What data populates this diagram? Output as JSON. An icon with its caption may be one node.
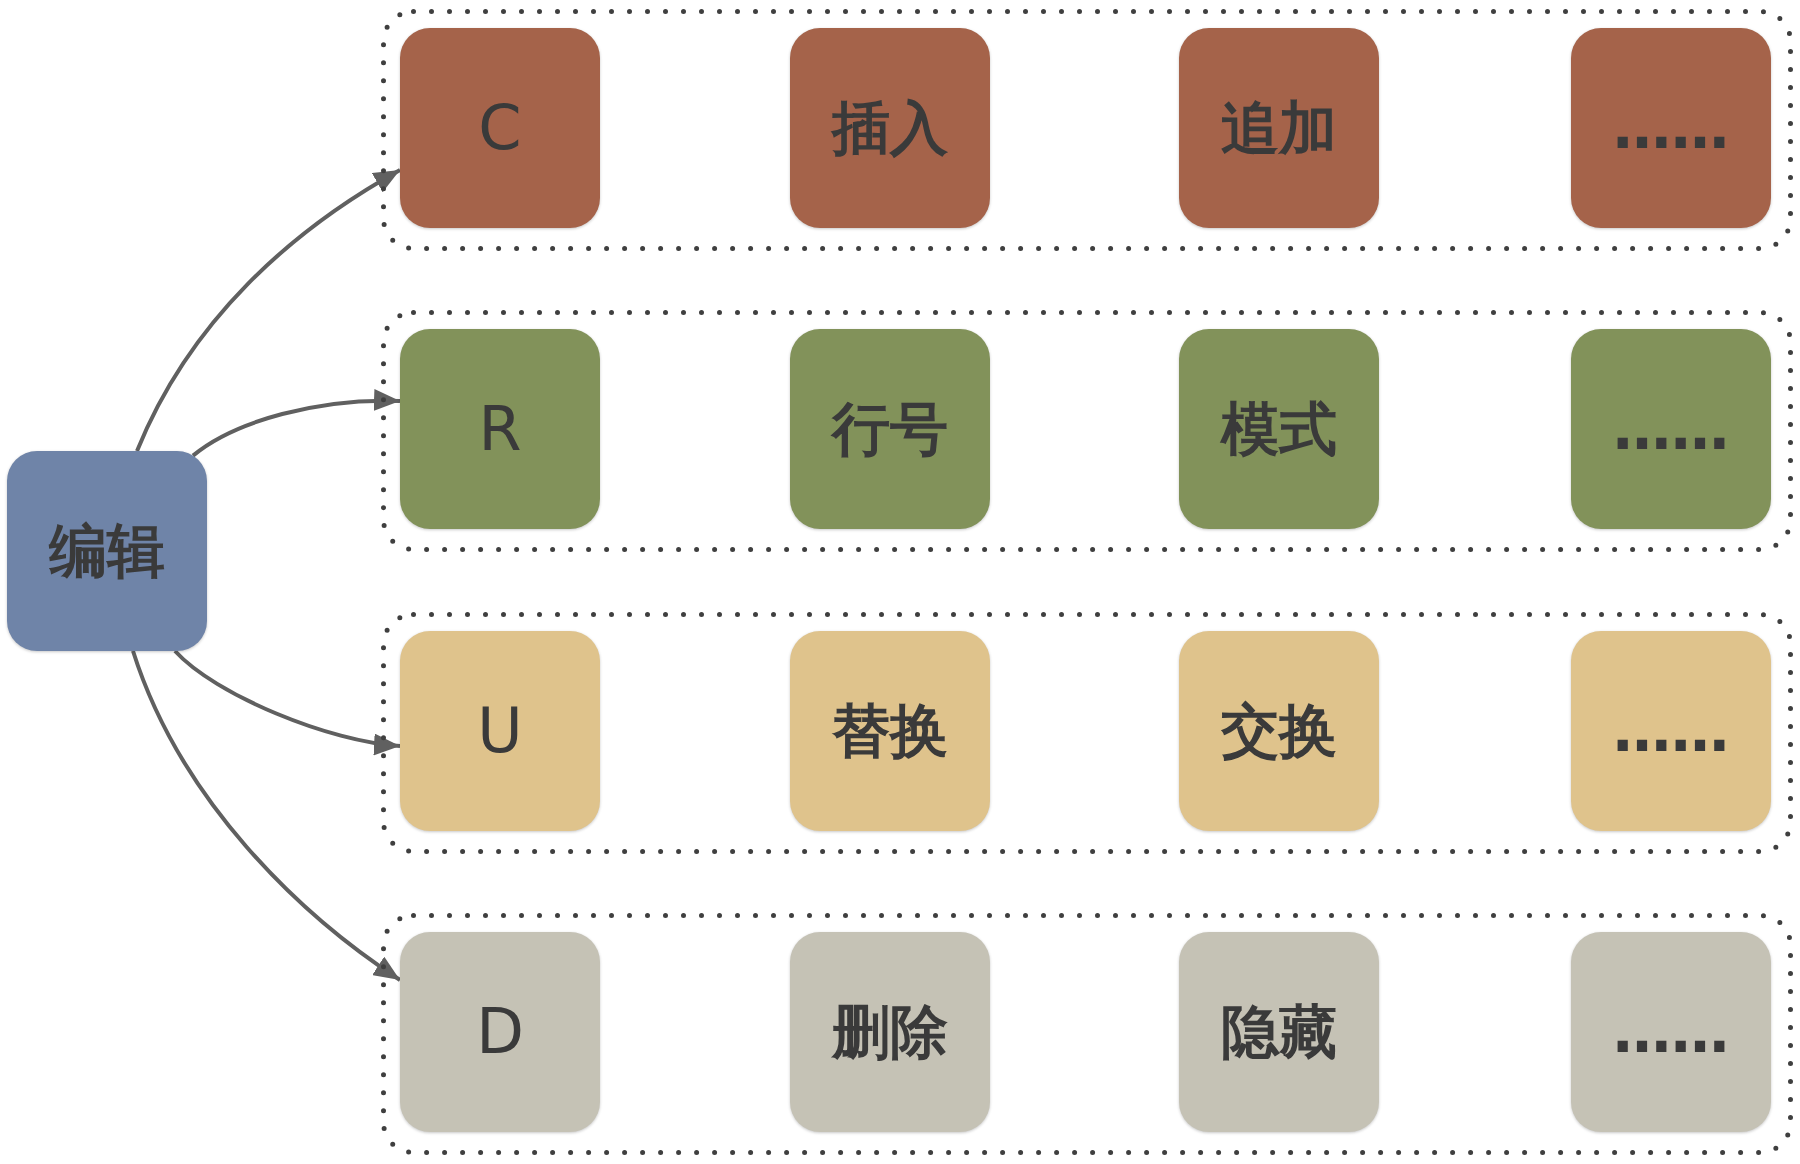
{
  "diagram": {
    "nodes": [
      {
        "text": [
          "编辑"
        ]
      },
      {
        "text": [],
        "shape": "box"
      },
      {
        "text": [
          "C"
        ],
        "in": 1
      },
      {
        "text": [
          "插入"
        ],
        "in": 1
      },
      {
        "text": [
          "追加"
        ],
        "in": 1
      },
      {
        "text": [
          "……"
        ],
        "in": 1
      },
      {
        "text": [],
        "shape": "box"
      },
      {
        "text": [
          "R"
        ],
        "in": 6
      },
      {
        "text": [
          "行号"
        ],
        "in": 6
      },
      {
        "text": [
          "模式"
        ],
        "in": 6
      },
      {
        "text": [
          "……"
        ],
        "in": 6
      },
      {
        "text": [],
        "shape": "box"
      },
      {
        "text": [
          "U"
        ],
        "in": 11
      },
      {
        "text": [
          "替换"
        ],
        "in": 11
      },
      {
        "text": [
          "交换"
        ],
        "in": 11
      },
      {
        "text": [
          "……"
        ],
        "in": 11
      },
      {
        "text": [],
        "shape": "box"
      },
      {
        "text": [
          "D"
        ],
        "in": 16
      },
      {
        "text": [
          "删除"
        ],
        "in": 16
      },
      {
        "text": [
          "隐藏"
        ],
        "in": 16
      },
      {
        "text": [
          "……"
        ],
        "in": 16
      }
    ],
    "edges": [
      {
        "from": 0,
        "to": 2,
        "arrow": "to"
      },
      {
        "from": 0,
        "to": 7,
        "arrow": "to"
      },
      {
        "from": 0,
        "to": 12,
        "arrow": "to"
      },
      {
        "from": 0,
        "to": 17,
        "arrow": "to"
      }
    ]
  }
}
